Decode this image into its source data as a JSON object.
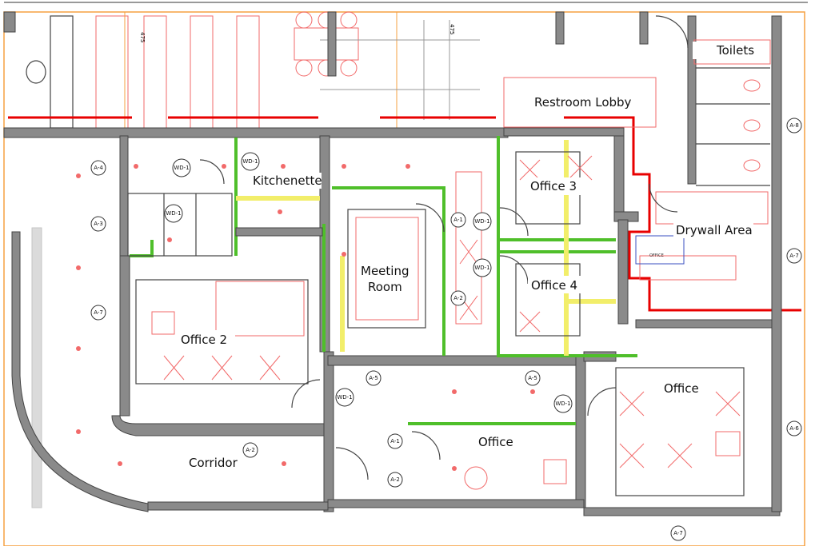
{
  "rooms": {
    "toilets": "Toilets",
    "restroom_lobby": "Restroom Lobby",
    "kitchenette": "Kitchenette",
    "office_3": "Office 3",
    "meeting_room_1": "Meeting",
    "meeting_room_2": "Room",
    "office_4": "Office 4",
    "drywall_area": "Drywall Area",
    "office_2": "Office 2",
    "office_east": "Office",
    "office_center": "Office",
    "corridor": "Corridor"
  },
  "dimension_labels": [
    "475",
    "475"
  ],
  "small_note": "OFFICE",
  "tags": [
    {
      "id": "A-4"
    },
    {
      "id": "A-3"
    },
    {
      "id": "A-7"
    },
    {
      "id": "A-2"
    },
    {
      "id": "WD-1"
    },
    {
      "id": "WD-1"
    },
    {
      "id": "WD-1"
    },
    {
      "id": "A-1"
    },
    {
      "id": "WD-1"
    },
    {
      "id": "WD-1"
    },
    {
      "id": "A-2"
    },
    {
      "id": "A-5"
    },
    {
      "id": "A-5"
    },
    {
      "id": "WD-1"
    },
    {
      "id": "WD-1"
    },
    {
      "id": "A-1"
    },
    {
      "id": "A-2"
    },
    {
      "id": "A-8"
    },
    {
      "id": "A-7"
    },
    {
      "id": "A-6"
    },
    {
      "id": "A-7"
    }
  ],
  "colors": {
    "demolition_line": "#e80000",
    "new_wall": "#4fbf2a",
    "highlight": "#f2ee6a",
    "furniture": "#f26a6a",
    "border": "#f5a040"
  }
}
